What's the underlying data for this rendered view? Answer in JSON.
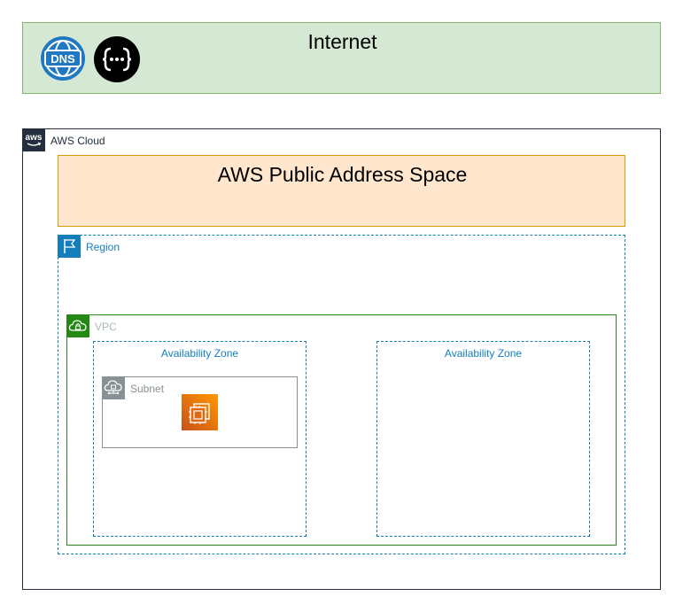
{
  "internet": {
    "title": "Internet",
    "icons": [
      "dns-icon",
      "api-endpoint-icon"
    ],
    "dns_text": "DNS"
  },
  "aws_cloud": {
    "label": "AWS Cloud",
    "logo_text": "aws",
    "public_address_space": {
      "title": "AWS Public Address Space"
    },
    "region": {
      "label": "Region",
      "vpc": {
        "label": "VPC",
        "availability_zones": [
          {
            "label": "Availability Zone",
            "subnet": {
              "label": "Subnet",
              "instance_icon": "ec2-instance-icon"
            }
          },
          {
            "label": "Availability Zone"
          }
        ]
      }
    }
  },
  "colors": {
    "internet_fill": "#d5e8d4",
    "internet_border": "#82b366",
    "public_fill": "#ffe6cc",
    "public_border": "#d79b00",
    "region": "#147eba",
    "vpc": "#248814",
    "subnet": "#879196",
    "aws_dark": "#232f3e",
    "ec2": "#ed7100"
  }
}
